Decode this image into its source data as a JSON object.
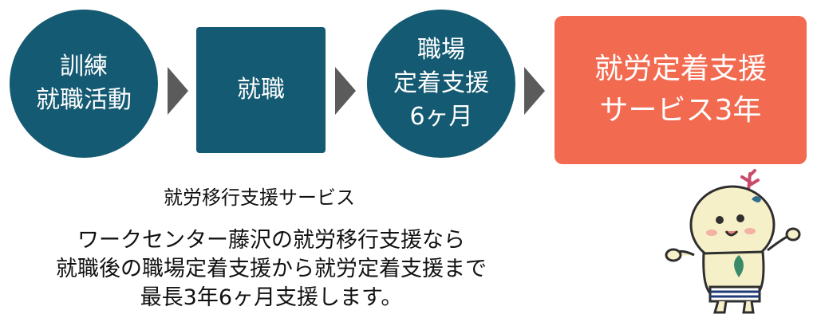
{
  "flow": {
    "step1": "訓練\n就職活動",
    "step2": "就職",
    "step3": "職場\n定着支援\n6ヶ月",
    "step4": "就労定着支援\nサービス3年"
  },
  "colors": {
    "step_dark": "#145a72",
    "step_highlight": "#f26b50",
    "arrow": "#5b5b5b"
  },
  "subtitle": "就労移行支援サービス",
  "description": [
    "ワークセンター藤沢の就労移行支援なら",
    "就職後の職場定着支援から就労定着支援まで",
    "最長3年6ヶ月支援します。"
  ]
}
